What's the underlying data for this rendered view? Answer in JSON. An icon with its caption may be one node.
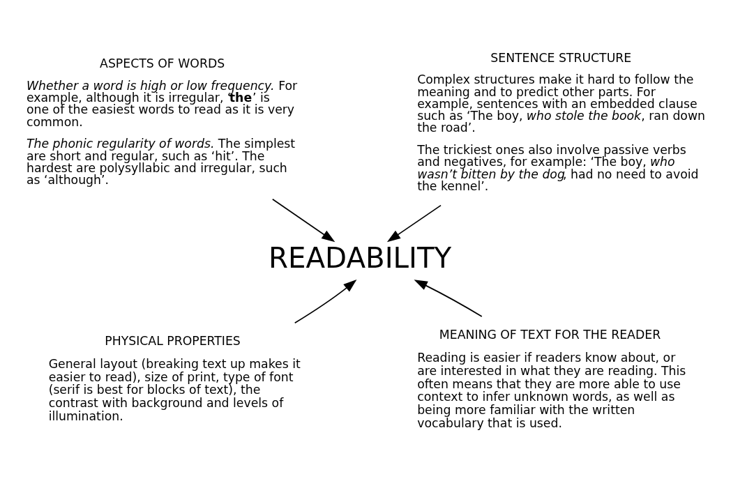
{
  "diagram": {
    "nodes": [
      {
        "text": [
          "READABILITY"
        ]
      },
      {
        "text": [
          "ASPECTS OF WORDS",
          "*Whether a word is high or low frequency.* For example, although it is irregular, ‘**the**’ is one of the easiest words to read as it is very common.",
          "*The phonic regularity of words.* The simplest are short and regular, such as ‘hit’. The hardest are polysyllabic and irregular, such as ‘although’."
        ]
      },
      {
        "text": [
          "SENTENCE STRUCTURE",
          "Complex structures make it hard to follow the meaning and to predict other parts. For example, sentences with an embedded clause such as ‘The boy, *who stole the book*, ran down the road’.",
          "The trickiest ones also involve passive verbs and negatives, for example: ‘The boy, *who wasn’t bitten by the dog*, had no need to avoid the kennel’."
        ]
      },
      {
        "text": [
          "PHYSICAL PROPERTIES",
          "General layout (breaking text up makes it easier to read), size of print, type of font (serif is best for blocks of text), the contrast with background and levels of illumination."
        ]
      },
      {
        "text": [
          "MEANING OF TEXT FOR THE READER",
          "Reading is easier if readers know about, or are interested in what they are reading. This often means that they are more able to use context to infer unknown words, as well as being more familiar with the written vocabulary that is used."
        ]
      }
    ],
    "edges": [
      {
        "from": 1,
        "to": 0,
        "arrow": "to"
      },
      {
        "from": 2,
        "to": 0,
        "arrow": "to"
      },
      {
        "from": 3,
        "to": 0,
        "arrow": "to"
      },
      {
        "from": 4,
        "to": 0,
        "arrow": "to"
      }
    ]
  }
}
